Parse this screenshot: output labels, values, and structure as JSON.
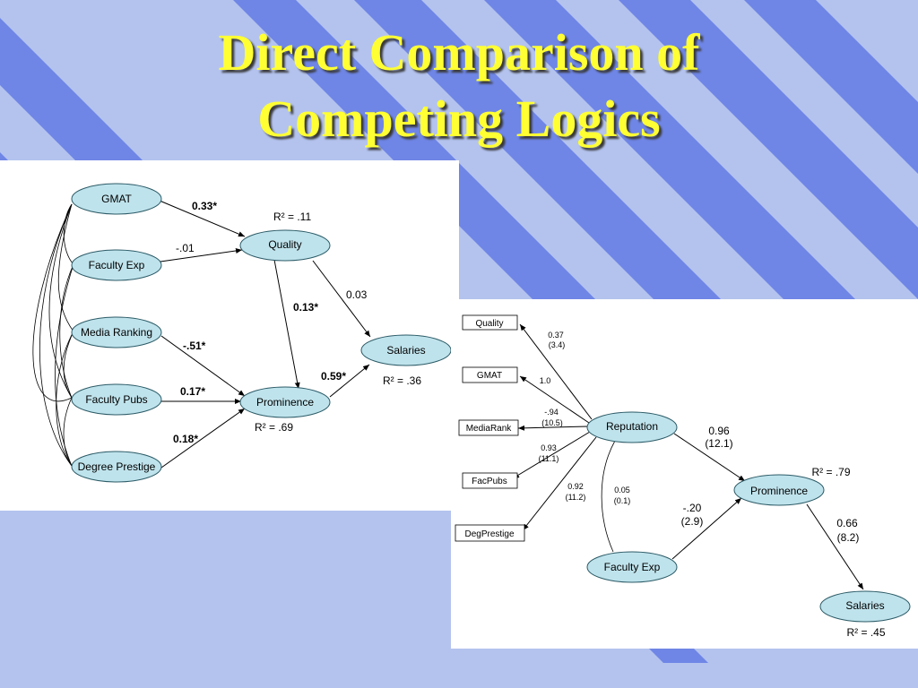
{
  "slide": {
    "title_line1": "Direct Comparison of",
    "title_line2": "Competing Logics",
    "colors": {
      "background": "#b4c3ee",
      "stripe": "#6f86e6",
      "title": "#ffff33",
      "node_fill": "#bfe3ec"
    }
  },
  "left_diagram": {
    "nodes": {
      "gmat": "GMAT",
      "faculty_exp": "Faculty Exp",
      "media_ranking": "Media Ranking",
      "faculty_pubs": "Faculty Pubs",
      "degree_prestige": "Degree Prestige",
      "quality": "Quality",
      "prominence": "Prominence",
      "salaries": "Salaries"
    },
    "paths": {
      "gmat_quality": "0.33*",
      "facexp_quality": "-.01",
      "media_prominence": "-.51*",
      "pubs_prominence": "0.17*",
      "prestige_prominence": "0.18*",
      "quality_prominence": "0.13*",
      "quality_salaries": "0.03",
      "prominence_salaries": "0.59*"
    },
    "r2": {
      "quality": "R² = .11",
      "prominence": "R² = .69",
      "salaries": "R² = .36"
    }
  },
  "right_diagram": {
    "indicators": {
      "quality": "Quality",
      "gmat": "GMAT",
      "mediarank": "MediaRank",
      "facpubs": "FacPubs",
      "degprestige": "DegPrestige"
    },
    "nodes": {
      "reputation": "Reputation",
      "faculty_exp": "Faculty Exp",
      "prominence": "Prominence",
      "salaries": "Salaries"
    },
    "loadings": {
      "quality": {
        "coef": "0.37",
        "t": "(3.4)"
      },
      "gmat": {
        "coef": "1.0",
        "t": ""
      },
      "mediarank": {
        "coef": "-.94",
        "t": "(10.5)"
      },
      "facpubs": {
        "coef": "0.93",
        "t": "(11.1)"
      },
      "degprestige": {
        "coef": "0.92",
        "t": "(11.2)"
      }
    },
    "paths": {
      "reputation_prominence": {
        "coef": "0.96",
        "t": "(12.1)"
      },
      "facexp_prominence": {
        "coef": "-.20",
        "t": "(2.9)"
      },
      "prominence_salaries": {
        "coef": "0.66",
        "t": "(8.2)"
      },
      "reputation_facexp": {
        "coef": "0.05",
        "t": "(0.1)"
      }
    },
    "r2": {
      "prominence": "R² = .79",
      "salaries": "R² = .45"
    }
  }
}
